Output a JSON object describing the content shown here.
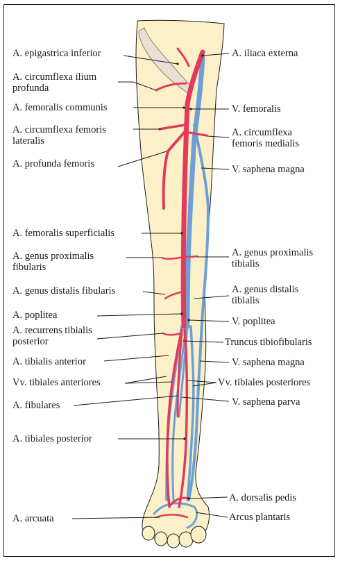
{
  "colors": {
    "skin": "#fbf0c8",
    "artery": "#e23a5a",
    "vein": "#6e9fd6",
    "ligament": "#eadfd3",
    "leader": "#1a1a1a"
  },
  "labels": {
    "left": {
      "epigastrica_inferior": "A. epigastrica inferior",
      "circumflexa_ilium_1": "A. circumflexa ilium",
      "circumflexa_ilium_2": "profunda",
      "femoralis_communis": "A. femoralis communis",
      "circumflexa_femoris_lat_1": "A. circumflexa femoris",
      "circumflexa_femoris_lat_2": "lateralis",
      "profunda_femoris": "A. profunda femoris",
      "femoralis_superficialis": "A. femoralis superficialis",
      "genus_proximalis_fib_1": "A. genus proximalis",
      "genus_proximalis_fib_2": "fibularis",
      "genus_distalis_fibularis": "A. genus distalis fibularis",
      "poplitea": "A. poplitea",
      "recurrens_tibialis_1": "A. recurrens tibialis",
      "recurrens_tibialis_2": "posterior",
      "tibialis_anterior": "A. tibialis anterior",
      "vv_tibiales_anteriores": "Vv. tibiales anteriores",
      "fibulares": "A. fibulares",
      "tibiales_posterior": "A. tibiales posterior",
      "arcuata": "A. arcuata"
    },
    "right": {
      "iliaca_externa": "A. iliaca externa",
      "v_femoralis": "V. femoralis",
      "circumflexa_femoris_med_1": "A. circumflexa",
      "circumflexa_femoris_med_2": "femoris medialis",
      "saphena_magna_upper": "V. saphena magna",
      "genus_proximalis_tib_1": "A. genus proximalis",
      "genus_proximalis_tib_2": "tibialis",
      "genus_distalis_tib_1": "A. genus distalis",
      "genus_distalis_tib_2": "tibialis",
      "v_poplitea": "V. poplitea",
      "truncus_tibiofibularis": "Truncus tibiofibularis",
      "saphena_magna_lower": "V. saphena magna",
      "vv_tibiales_posteriores": "Vv. tibiales posteriores",
      "saphena_parva": "V. saphena parva",
      "dorsalis_pedis": "A. dorsalis pedis",
      "arcus_plantaris": "Arcus plantaris"
    }
  }
}
